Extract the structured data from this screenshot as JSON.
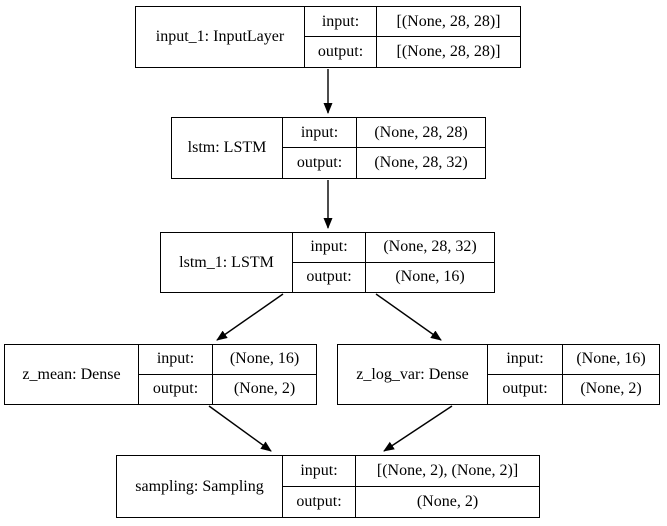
{
  "diagram": {
    "background_color": "#ffffff",
    "line_color": "#000000",
    "row_labels": {
      "input": "input:",
      "output": "output:"
    },
    "nodes": [
      {
        "id": "input_1",
        "name": "input_1: InputLayer",
        "input": "[(None, 28, 28)]",
        "output": "[(None, 28, 28)]"
      },
      {
        "id": "lstm",
        "name": "lstm: LSTM",
        "input": "(None, 28, 28)",
        "output": "(None, 28, 32)"
      },
      {
        "id": "lstm_1",
        "name": "lstm_1: LSTM",
        "input": "(None, 28, 32)",
        "output": "(None, 16)"
      },
      {
        "id": "z_mean",
        "name": "z_mean: Dense",
        "input": "(None, 16)",
        "output": "(None, 2)"
      },
      {
        "id": "z_log_var",
        "name": "z_log_var: Dense",
        "input": "(None, 16)",
        "output": "(None, 2)"
      },
      {
        "id": "sampling",
        "name": "sampling: Sampling",
        "input": "[(None, 2), (None, 2)]",
        "output": "(None, 2)"
      }
    ],
    "edges": [
      {
        "from": "input_1",
        "to": "lstm"
      },
      {
        "from": "lstm",
        "to": "lstm_1"
      },
      {
        "from": "lstm_1",
        "to": "z_mean"
      },
      {
        "from": "lstm_1",
        "to": "z_log_var"
      },
      {
        "from": "z_mean",
        "to": "sampling"
      },
      {
        "from": "z_log_var",
        "to": "sampling"
      }
    ]
  }
}
